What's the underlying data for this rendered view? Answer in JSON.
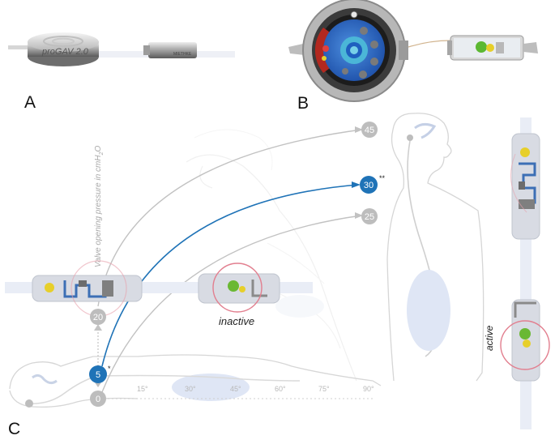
{
  "panels": {
    "a": "A",
    "b": "B",
    "c": "C"
  },
  "device_label": "proGAV 2.0",
  "shunt_label": "MIETHKE",
  "y_axis_label": "Valve opening pressure in cmH",
  "y_axis_sub": "2",
  "y_axis_tail": "O",
  "pressure_values": {
    "p0": "0",
    "p5": "5",
    "p20": "20",
    "p25": "25",
    "p30": "30",
    "p45": "45"
  },
  "markers": {
    "single": "*",
    "double": "**"
  },
  "angle_ticks": [
    "15°",
    "30°",
    "45°",
    "60°",
    "75°",
    "90°"
  ],
  "states": {
    "inactive": "inactive",
    "active": "active"
  },
  "colors": {
    "accent_blue": "#1f73b7",
    "node_gray": "#bdbdbd",
    "circle_red": "#e27f8f",
    "ball_green": "#5cb832",
    "ball_yellow": "#e7cf2a"
  }
}
